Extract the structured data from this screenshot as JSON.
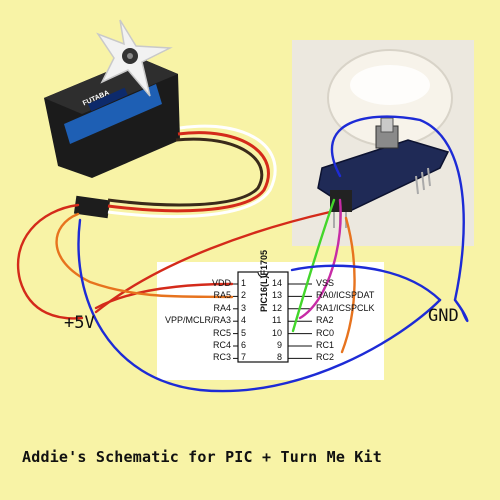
{
  "labels": {
    "plus5v": "+5V",
    "gnd": "GND"
  },
  "caption": "Addie's Schematic for PIC + Turn Me Kit",
  "servo": {
    "brand": "FUTABA"
  },
  "chip": {
    "name": "PIC16(L)F1705",
    "left_pins": [
      {
        "label": "VDD",
        "num": "1"
      },
      {
        "label": "RA5",
        "num": "2"
      },
      {
        "label": "RA4",
        "num": "3"
      },
      {
        "label": "VPP/MCLR/RA3",
        "num": "4"
      },
      {
        "label": "RC5",
        "num": "5"
      },
      {
        "label": "RC4",
        "num": "6"
      },
      {
        "label": "RC3",
        "num": "7"
      }
    ],
    "right_pins": [
      {
        "num": "14",
        "label": "VSS"
      },
      {
        "num": "13",
        "label": "RA0/ICSPDAT"
      },
      {
        "num": "12",
        "label": "RA1/ICSPCLK"
      },
      {
        "num": "11",
        "label": "RA2"
      },
      {
        "num": "10",
        "label": "RC0"
      },
      {
        "num": "9",
        "label": "RC1"
      },
      {
        "num": "8",
        "label": "RC2"
      }
    ]
  },
  "colors": {
    "background": "#f8f3a6",
    "red_wire": "#d42a1a",
    "orange_wire": "#e7731e",
    "blue_wire": "#1d2bd6",
    "green_wire": "#43d62b",
    "magenta_wire": "#c72ba6",
    "servo_case": "#1b1b1b"
  }
}
